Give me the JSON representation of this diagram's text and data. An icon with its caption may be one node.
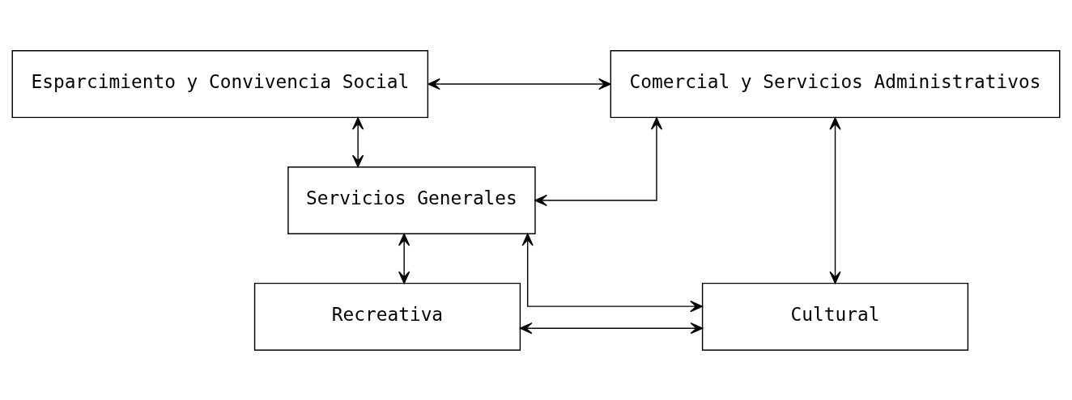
{
  "diagram": {
    "nodes": [
      {
        "text": [
          "Comercial y Servicios Administrativos"
        ]
      },
      {
        "text": [
          "Esparcimiento y Convivencia Social"
        ]
      },
      {
        "text": [
          "Servicios Generales"
        ]
      },
      {
        "text": [
          "Cultural"
        ]
      },
      {
        "text": [
          "Recreativa"
        ]
      }
    ],
    "edges": [
      {
        "from": 0,
        "to": 1,
        "arrow": "both"
      },
      {
        "from": 0,
        "to": 2,
        "arrow": "both"
      },
      {
        "from": 1,
        "to": 2,
        "arrow": "both"
      },
      {
        "from": 0,
        "to": 3,
        "arrow": "both"
      },
      {
        "from": 2,
        "to": 3,
        "arrow": "both"
      },
      {
        "from": 2,
        "to": 4,
        "arrow": "both"
      },
      {
        "from": 3,
        "to": 4,
        "arrow": "both"
      }
    ]
  }
}
